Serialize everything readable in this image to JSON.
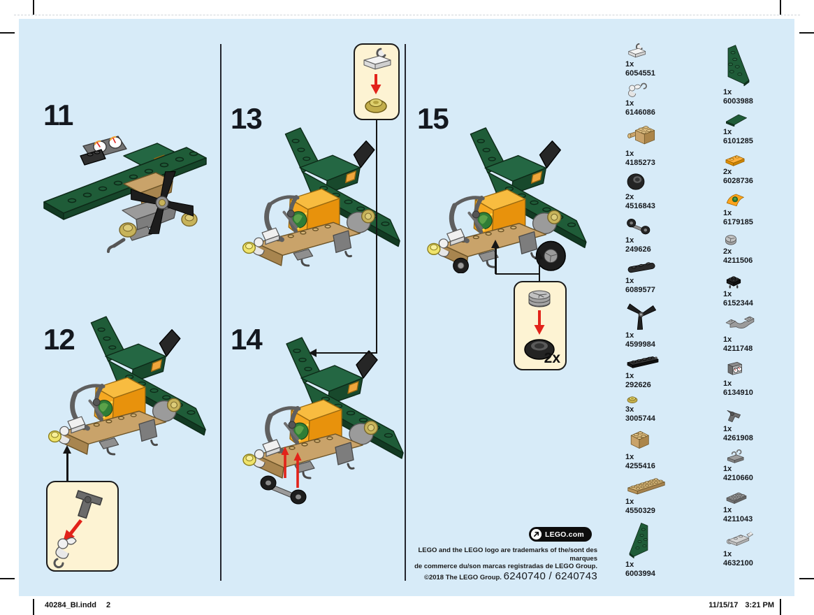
{
  "steps": [
    {
      "number": "11"
    },
    {
      "number": "12"
    },
    {
      "number": "13"
    },
    {
      "number": "14"
    },
    {
      "number": "15"
    }
  ],
  "callouts": {
    "step12": {
      "parts": [
        "landing-strut-gray",
        "robot-arm-white"
      ]
    },
    "step13": {
      "parts": [
        "clip-plate-white",
        "round-plate-gold"
      ]
    },
    "step15": {
      "parts": [
        "wheel-hub-gray",
        "tire-black"
      ],
      "count": "2x"
    }
  },
  "legal": {
    "trademark_line1": "LEGO and the LEGO logo are trademarks of the/sont des marques",
    "trademark_line2": "de commerce du/son marcas registradas de LEGO Group.",
    "copyright": "©2018 The LEGO Group.",
    "item_numbers": "6240740 / 6240743",
    "website": "LEGO.com"
  },
  "footer": {
    "document_name": "40284_BI.indd",
    "sheet_number": "2",
    "date": "11/15/17",
    "time": "3:21 PM"
  },
  "parts": {
    "columns": [
      [
        {
          "qty": "1x",
          "id": "6054551",
          "icon": "clip-plate-white"
        },
        {
          "qty": "1x",
          "id": "6146086",
          "icon": "robot-arm-white"
        },
        {
          "qty": "1x",
          "id": "4185273",
          "icon": "brick-pin-tan"
        },
        {
          "qty": "2x",
          "id": "4516843",
          "icon": "tire-black"
        },
        {
          "qty": "1x",
          "id": "249626",
          "icon": "wheel-axle-black"
        },
        {
          "qty": "1x",
          "id": "6089577",
          "icon": "plate-rounded-black"
        },
        {
          "qty": "1x",
          "id": "4599984",
          "icon": "propeller-black"
        },
        {
          "qty": "1x",
          "id": "292626",
          "icon": "plate-long-black"
        },
        {
          "qty": "3x",
          "id": "3005744",
          "icon": "round-plate-gold"
        },
        {
          "qty": "1x",
          "id": "4255416",
          "icon": "brick-tan"
        },
        {
          "qty": "1x",
          "id": "4550329",
          "icon": "plate-tan"
        },
        {
          "qty": "1x",
          "id": "6003994",
          "icon": "wedge-plate-green-left"
        }
      ],
      [
        {
          "qty": "1x",
          "id": "6003988",
          "icon": "wedge-plate-green-right"
        },
        {
          "qty": "1x",
          "id": "6101285",
          "icon": "wedge-green-small"
        },
        {
          "qty": "2x",
          "id": "6028736",
          "icon": "plate-orange"
        },
        {
          "qty": "1x",
          "id": "6179185",
          "icon": "slope-orange-emblem"
        },
        {
          "qty": "2x",
          "id": "4211506",
          "icon": "wheel-hub-gray"
        },
        {
          "qty": "1x",
          "id": "6152344",
          "icon": "plate-black-2x2"
        },
        {
          "qty": "1x",
          "id": "4211748",
          "icon": "curved-slope-gray"
        },
        {
          "qty": "1x",
          "id": "6134910",
          "icon": "control-panel-gauges"
        },
        {
          "qty": "1x",
          "id": "4261908",
          "icon": "landing-strut-gray"
        },
        {
          "qty": "1x",
          "id": "4210660",
          "icon": "clip-plate-gray"
        },
        {
          "qty": "1x",
          "id": "4211043",
          "icon": "plate-gray-2x3"
        },
        {
          "qty": "1x",
          "id": "4632100",
          "icon": "engine-block-gray"
        }
      ]
    ]
  },
  "colors": {
    "panel_blue": "#d7ebf8",
    "wing_green": "#1f5c38",
    "body_tan": "#c9a36a",
    "cargo_orange": "#f5a623",
    "arrow_red": "#e2231a",
    "callout_cream": "#fdf3d3"
  }
}
